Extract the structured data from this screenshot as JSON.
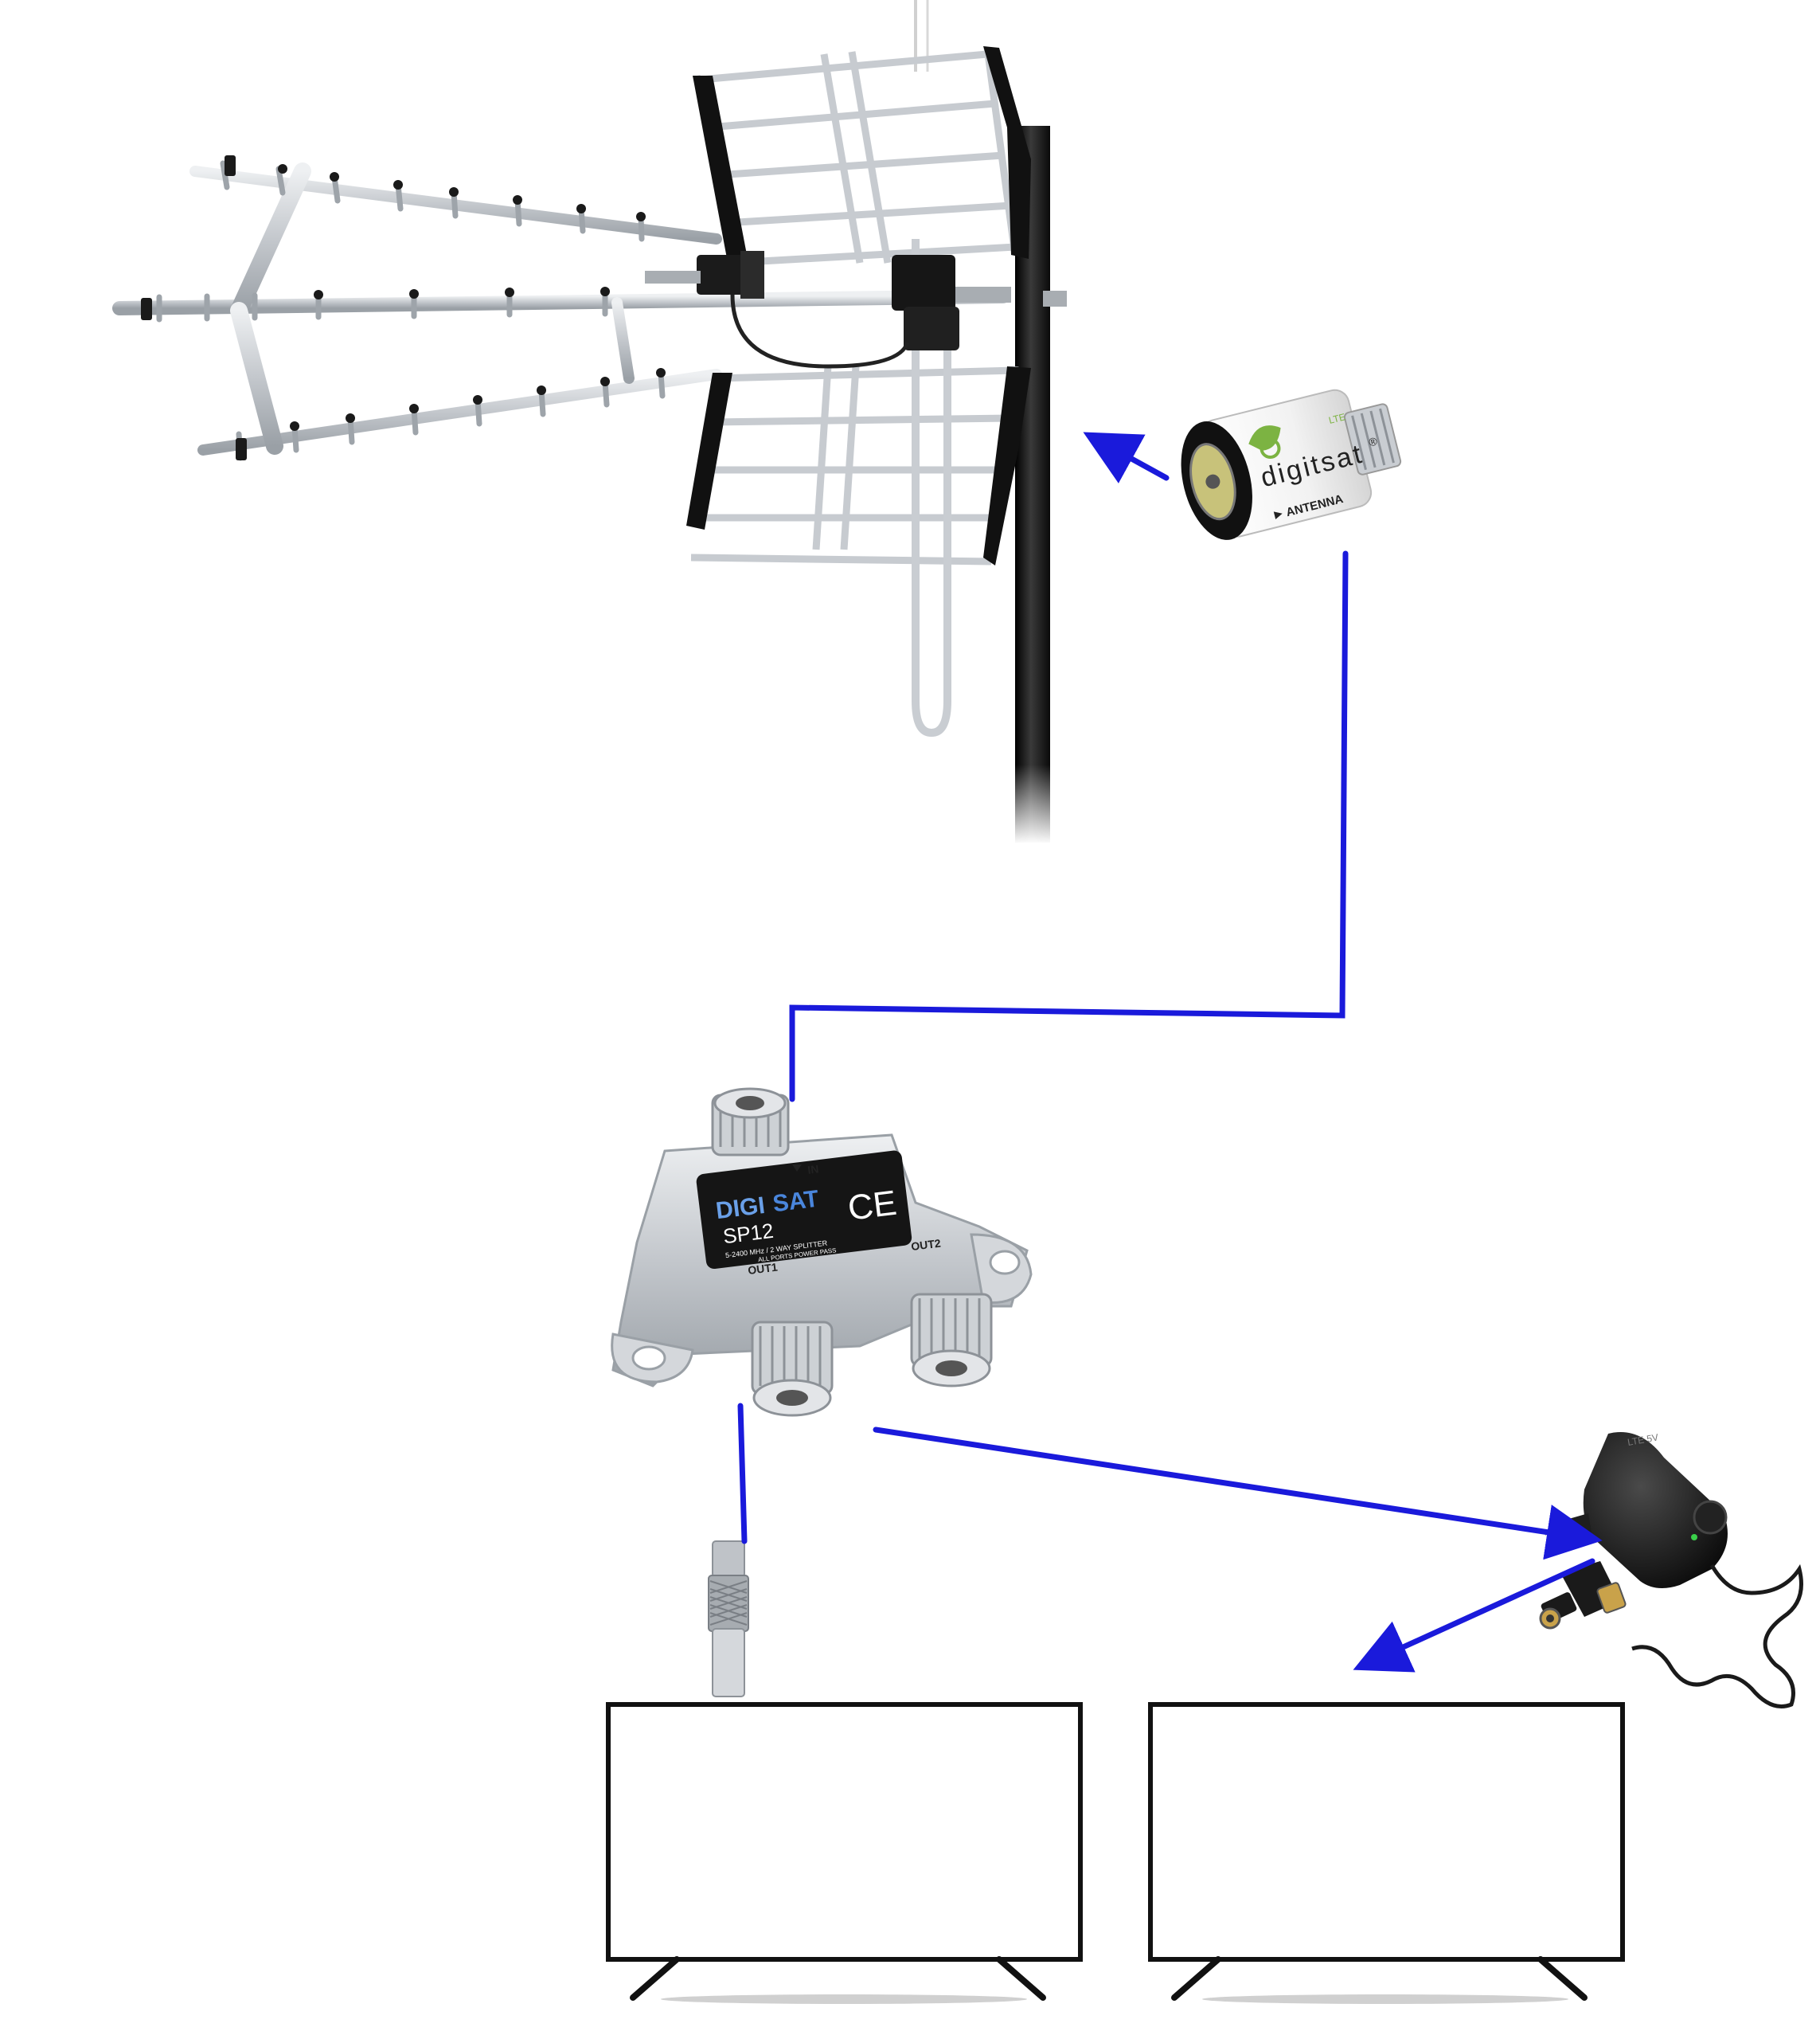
{
  "colors": {
    "arrow": "#1a1adb",
    "pole": "#1a1a1a",
    "metal": "#c9cdd2",
    "metal_dark": "#8d9298",
    "tv_frame": "#111111",
    "label_bg": "#151515"
  },
  "amplifier": {
    "brand": "digitsat",
    "mark": "®",
    "edition": "LTE",
    "port_label": "ANTENNA"
  },
  "splitter": {
    "brand_prefix": "DIGI",
    "brand_suffix": "SAT",
    "model": "SP12",
    "ce_mark": "CE",
    "input_label": "IN",
    "spec_line1": "5-2400 MHz / 2 WAY SPLITTER",
    "spec_line2": "ALL PORTS POWER PASS",
    "out1_label": "OUT1",
    "out2_label": "OUT2"
  },
  "power_supply": {
    "embossed_text": "LTE 5V"
  },
  "icons": {
    "antenna": "yagi-antenna-icon",
    "amplifier": "amplifier-icon",
    "splitter": "splitter-icon",
    "adapter": "coax-adapter-icon",
    "psu": "power-supply-icon",
    "tv": "tv-icon"
  }
}
